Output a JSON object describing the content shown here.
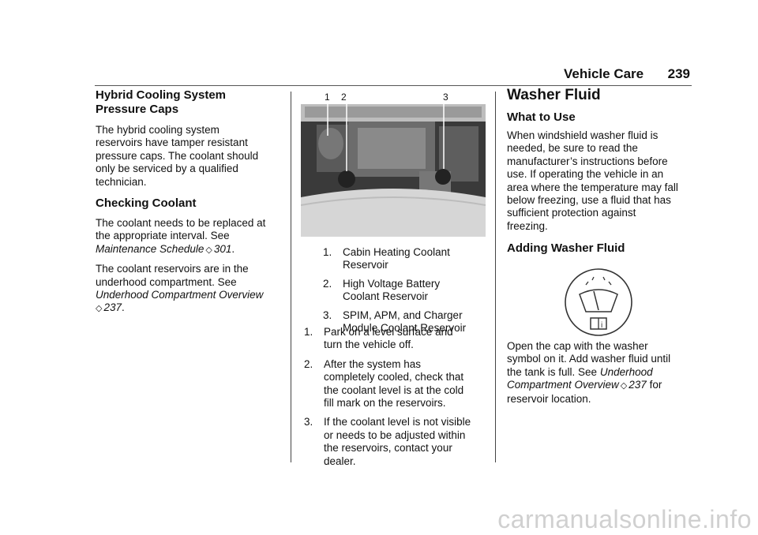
{
  "header": {
    "section": "Vehicle Care",
    "page": "239"
  },
  "left": {
    "h_pressure_1": "Hybrid Cooling System",
    "h_pressure_2": "Pressure Caps",
    "p_pressure": [
      "The hybrid cooling system",
      "reservoirs have tamper resistant",
      "pressure caps. The coolant should",
      "only be serviced by a qualified",
      "technician."
    ],
    "h_checking": "Checking Coolant",
    "p_check1": [
      "The coolant needs to be replaced at",
      "the appropriate interval. See"
    ],
    "p_check1_link": "Maintenance Schedule",
    "p_check1_ref": "301",
    "p_check2": [
      "The coolant reservoirs are in the",
      "underhood compartment. See"
    ],
    "p_check2_link": "Underhood Compartment Overview",
    "p_check2_ref": "237"
  },
  "figure": {
    "callouts": [
      "1",
      "2",
      "3"
    ],
    "captions": [
      {
        "num": "1.",
        "lines": [
          "Cabin Heating Coolant",
          "Reservoir"
        ]
      },
      {
        "num": "2.",
        "lines": [
          "High Voltage Battery",
          "Coolant Reservoir"
        ]
      },
      {
        "num": "3.",
        "lines": [
          "SPIM, APM, and Charger",
          "Module Coolant Reservoir"
        ]
      }
    ]
  },
  "steps": [
    {
      "num": "1.",
      "lines": [
        "Park on a level surface and",
        "turn the vehicle off."
      ]
    },
    {
      "num": "2.",
      "lines": [
        "After the system has",
        "completely cooled, check that",
        "the coolant level is at the cold",
        "fill mark on the reservoirs."
      ]
    },
    {
      "num": "3.",
      "lines": [
        "If the coolant level is not visible",
        "or needs to be adjusted within",
        "the reservoirs, contact your",
        "dealer."
      ]
    }
  ],
  "right": {
    "h_washer": "Washer Fluid",
    "h_use": "What to Use",
    "p_use": [
      "When windshield washer fluid is",
      "needed, be sure to read the",
      "manufacturer’s instructions before",
      "use. If operating the vehicle in an",
      "area where the temperature may fall",
      "below freezing, use a fluid that has",
      "sufficient protection against",
      "freezing."
    ],
    "h_adding": "Adding Washer Fluid",
    "p_add": [
      "Open the cap with the washer",
      "symbol on it. Add washer fluid until",
      "the tank is full. See"
    ],
    "p_add_link1": "Underhood",
    "p_add_link2": "Compartment Overview",
    "p_add_ref": "237",
    "p_add_tail1": "for",
    "p_add_tail2": "reservoir location."
  },
  "watermark": "carmanualsonline.info",
  "icons": {
    "washer_symbol": "washer-fluid-symbol-icon",
    "ref_arrow": "page-reference-icon"
  }
}
